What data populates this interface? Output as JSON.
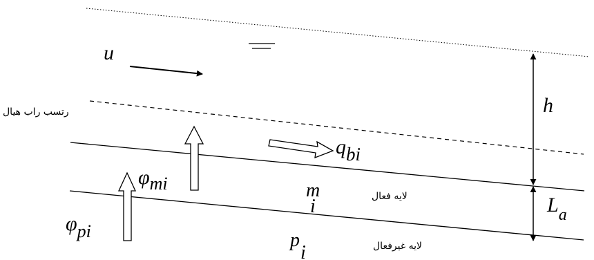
{
  "labels": {
    "velocity": "u",
    "depth": "h",
    "active_thickness_main": "L",
    "active_thickness_sub": "a",
    "bedload_flux_main": "q",
    "bedload_flux_sub": "bi",
    "flux_m_main": "φ",
    "flux_m_sub": "mi",
    "flux_p_main": "φ",
    "flux_p_sub": "pi",
    "active_frac_main": "m",
    "active_frac_sub": "i",
    "sub_frac_main": "p",
    "sub_frac_sub": "i"
  },
  "layers": {
    "bedload_layer": "لایه بار بستر",
    "active_layer": "لایه فعال",
    "inactive_layer": "لایه غیرفعال"
  }
}
